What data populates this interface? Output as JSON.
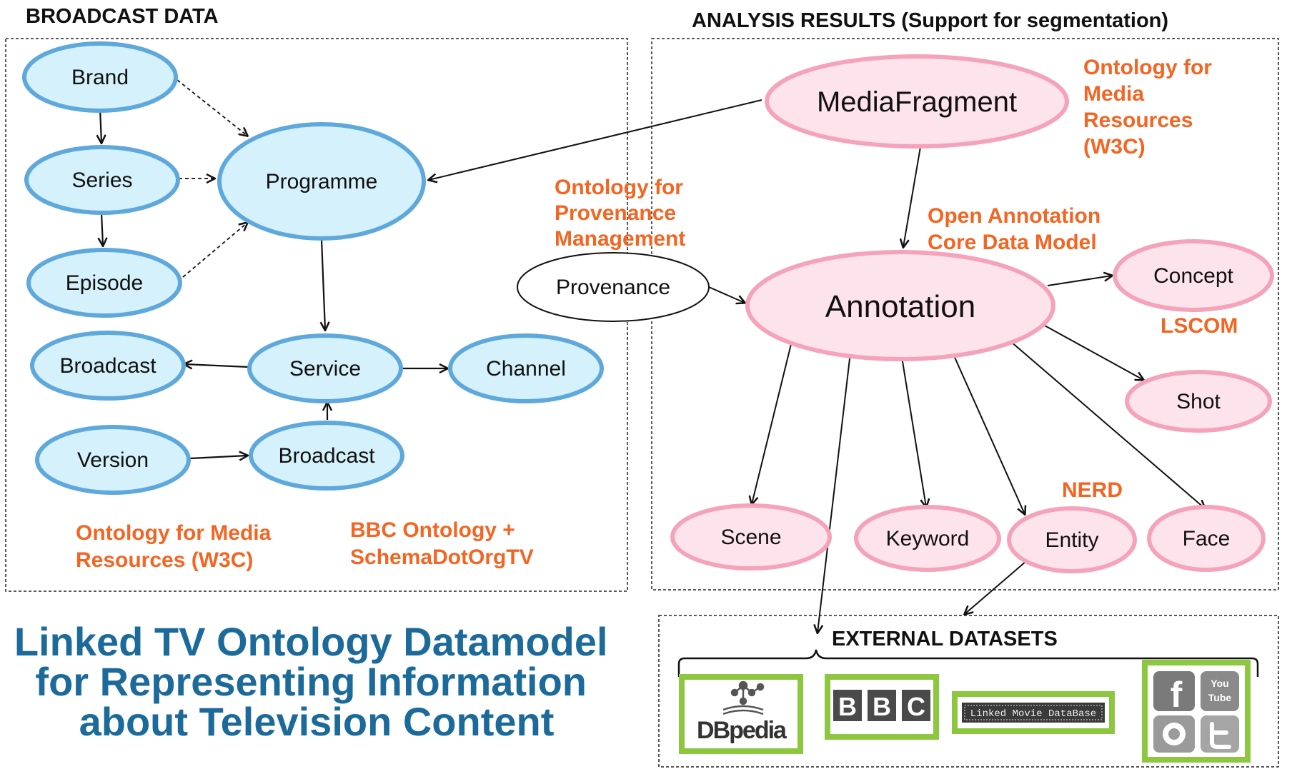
{
  "sections": {
    "broadcast_title": "BROADCAST DATA",
    "analysis_title": "ANALYSIS RESULTS  (Support for segmentation)",
    "external_title": "EXTERNAL DATASETS"
  },
  "broadcast_nodes": {
    "brand": "Brand",
    "series": "Series",
    "episode": "Episode",
    "programme": "Programme",
    "broadcast_left": "Broadcast",
    "service": "Service",
    "channel": "Channel",
    "version": "Version",
    "broadcast_bottom": "Broadcast"
  },
  "analysis_nodes": {
    "mediafragment": "MediaFragment",
    "provenance": "Provenance",
    "annotation": "Annotation",
    "concept": "Concept",
    "shot": "Shot",
    "scene": "Scene",
    "keyword": "Keyword",
    "entity": "Entity",
    "face": "Face"
  },
  "ontology_labels": {
    "media_resources_left": [
      "Ontology for Media",
      "Resources (W3C)"
    ],
    "bbc": [
      "BBC Ontology +",
      "SchemaDotOrgTV"
    ],
    "media_resources_right": [
      "Ontology for",
      "Media",
      "Resources",
      "(W3C)"
    ],
    "provenance": [
      "Ontology for",
      "Provenance",
      "Management"
    ],
    "open_annotation": [
      "Open Annotation",
      "Core Data Model"
    ],
    "lscom": "LSCOM",
    "nerd": "NERD"
  },
  "main_title": [
    "Linked TV Ontology Datamodel",
    "for Representing Information",
    "about Television Content"
  ],
  "logos": {
    "dbpedia": "DBpedia",
    "bbc": [
      "B",
      "B",
      "C"
    ],
    "lmdb": "Linked Movie DataBase",
    "social_facebook": "f",
    "social_youtube": [
      "You",
      "Tube"
    ]
  },
  "colors": {
    "blue_fill": "#D5F1FB",
    "blue_stroke": "#5FA8DC",
    "pink_fill": "#FDE3EC",
    "pink_stroke": "#F4A3BA",
    "orange": "#F26522",
    "title_blue": "#1B6A9A",
    "logo_green": "#8DC63F"
  }
}
